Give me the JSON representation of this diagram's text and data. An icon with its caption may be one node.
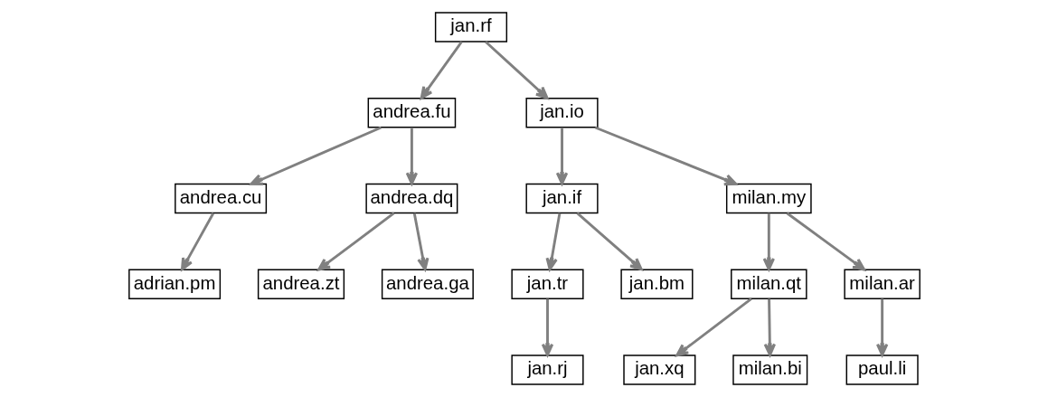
{
  "diagram": {
    "nodes": [
      {
        "text": [
          "jan.rf"
        ]
      },
      {
        "text": [
          "andrea.fu"
        ]
      },
      {
        "text": [
          "jan.io"
        ]
      },
      {
        "text": [
          "andrea.cu"
        ]
      },
      {
        "text": [
          "andrea.dq"
        ]
      },
      {
        "text": [
          "jan.if"
        ]
      },
      {
        "text": [
          "milan.my"
        ]
      },
      {
        "text": [
          "adrian.pm"
        ]
      },
      {
        "text": [
          "andrea.zt"
        ]
      },
      {
        "text": [
          "andrea.ga"
        ]
      },
      {
        "text": [
          "jan.tr"
        ]
      },
      {
        "text": [
          "jan.bm"
        ]
      },
      {
        "text": [
          "milan.qt"
        ]
      },
      {
        "text": [
          "milan.ar"
        ]
      },
      {
        "text": [
          "jan.rj"
        ]
      },
      {
        "text": [
          "jan.xq"
        ]
      },
      {
        "text": [
          "milan.bi"
        ]
      },
      {
        "text": [
          "paul.li"
        ]
      }
    ],
    "edges": [
      {
        "from": 0,
        "to": 1,
        "arrow": "to"
      },
      {
        "from": 0,
        "to": 2,
        "arrow": "to"
      },
      {
        "from": 1,
        "to": 3,
        "arrow": "to"
      },
      {
        "from": 1,
        "to": 4,
        "arrow": "to"
      },
      {
        "from": 2,
        "to": 5,
        "arrow": "to"
      },
      {
        "from": 2,
        "to": 6,
        "arrow": "to"
      },
      {
        "from": 3,
        "to": 7,
        "arrow": "to"
      },
      {
        "from": 4,
        "to": 8,
        "arrow": "to"
      },
      {
        "from": 4,
        "to": 9,
        "arrow": "to"
      },
      {
        "from": 5,
        "to": 10,
        "arrow": "to"
      },
      {
        "from": 5,
        "to": 11,
        "arrow": "to"
      },
      {
        "from": 6,
        "to": 12,
        "arrow": "to"
      },
      {
        "from": 6,
        "to": 13,
        "arrow": "to"
      },
      {
        "from": 10,
        "to": 14,
        "arrow": "to"
      },
      {
        "from": 12,
        "to": 15,
        "arrow": "to"
      },
      {
        "from": 12,
        "to": 16,
        "arrow": "to"
      },
      {
        "from": 13,
        "to": 17,
        "arrow": "to"
      }
    ]
  }
}
